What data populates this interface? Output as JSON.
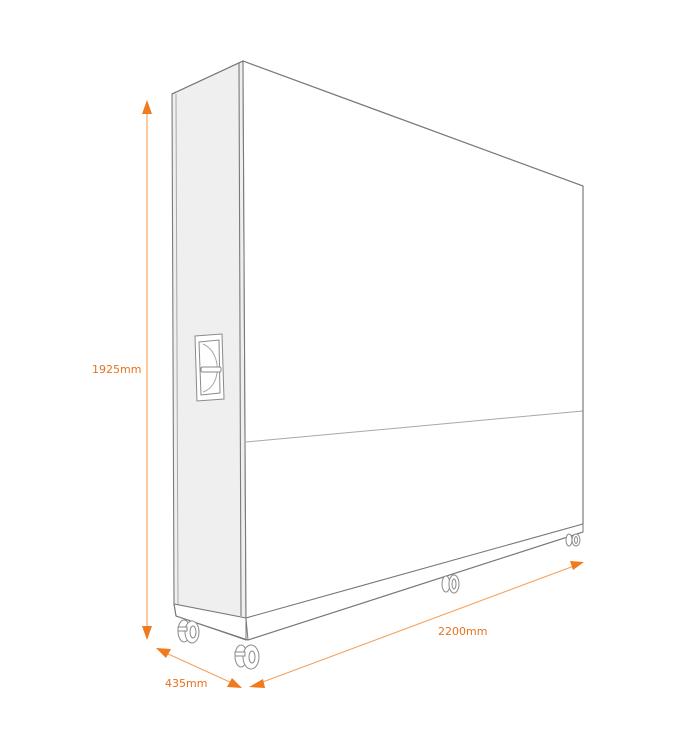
{
  "diagram": {
    "subject": "Mobile storage cabinet on castors",
    "colors": {
      "dimension": "#e8721c",
      "dimension_line": "#f5a05a",
      "outline": "#7a7a7a",
      "side_fill": "#efefef"
    },
    "dimensions": {
      "height": {
        "label": "1925mm"
      },
      "depth": {
        "label": "435mm"
      },
      "width": {
        "label": "2200mm"
      }
    },
    "parts": [
      "side-panel",
      "front-panel",
      "recessed-handle",
      "plinth-base",
      "castor-wheels"
    ]
  }
}
